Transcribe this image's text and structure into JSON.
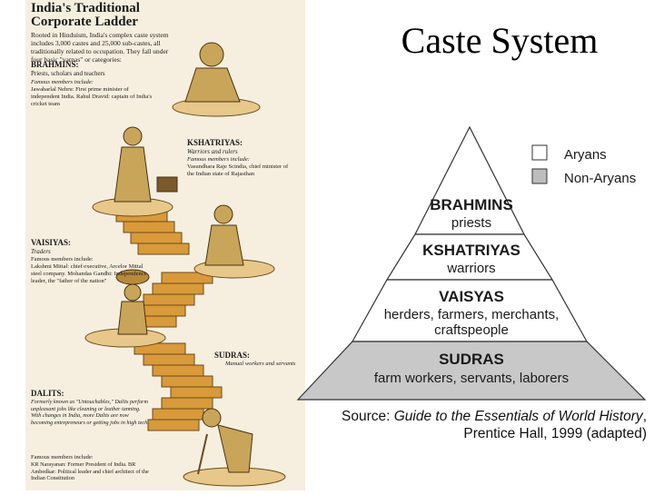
{
  "slide_title": "Caste System",
  "left_panel": {
    "heading": "India's Traditional Corporate Ladder",
    "intro": "Rooted in Hinduism, India's complex caste system includes 3,000 castes and 25,000 sub-castes, all traditionally related to occupation. They fall under four basic \"varnas\" or categories:",
    "brahmins": {
      "name": "BRAHMINS:",
      "role": "Priests, scholars and teachers",
      "famous_label": "Famous members include:",
      "members": "Jawaharlal Nehru: First prime minister of independent India. Rahul Dravid: captain of India's cricket team"
    },
    "kshatriyas": {
      "name": "KSHATRIYAS:",
      "role": "Warriors and rulers",
      "famous_label": "Famous members include:",
      "members": "Vasundhara Raje Scindia, chief minister of the Indian state of Rajasthan"
    },
    "vaisiyas": {
      "name": "VAISIYAS:",
      "role": "Traders",
      "famous_label": "Famous members include:",
      "members": "Lakshmi Mittal: chief executive, Arcelor Mittal steel company. Mohandas Gandhi: Independence leader, the \"father of the nation\""
    },
    "sudras": {
      "name": "SUDRAS:",
      "role": "Manual workers and servants"
    },
    "dalits": {
      "name": "DALITS:",
      "role": "Formerly known as \"Untouchables,\" Dalits perform unpleasant jobs like cleaning or leather tanning. With changes in India, more Dalits are now becoming entrepreneurs or getting jobs in high tech.",
      "famous_label": "Famous members include:",
      "members": "KR Narayanan: Former President of India. BR Ambedkar: Political leader and chief architect of the Indian Constitution"
    }
  },
  "legend": {
    "items": [
      {
        "label": "Aryans",
        "color": "#ffffff"
      },
      {
        "label": "Non-Aryans",
        "color": "#bdbdbd"
      }
    ]
  },
  "pyramid": {
    "tiers": [
      {
        "name": "BRAHMINS",
        "desc_lines": [
          "priests"
        ],
        "fill": "#ffffff"
      },
      {
        "name": "KSHATRIYAS",
        "desc_lines": [
          "warriors"
        ],
        "fill": "#ffffff"
      },
      {
        "name": "VAISYAS",
        "desc_lines": [
          "herders, farmers, merchants,",
          "craftspeople"
        ],
        "fill": "#ffffff"
      },
      {
        "name": "SUDRAS",
        "desc_lines": [
          "farm workers, servants, laborers"
        ],
        "fill": "#c8c8c8"
      }
    ]
  },
  "source": {
    "prefix": "Source: ",
    "book": "Guide to the Essentials of World History",
    "suffix": ",",
    "line2": "Prentice Hall, 1999 (adapted)"
  }
}
